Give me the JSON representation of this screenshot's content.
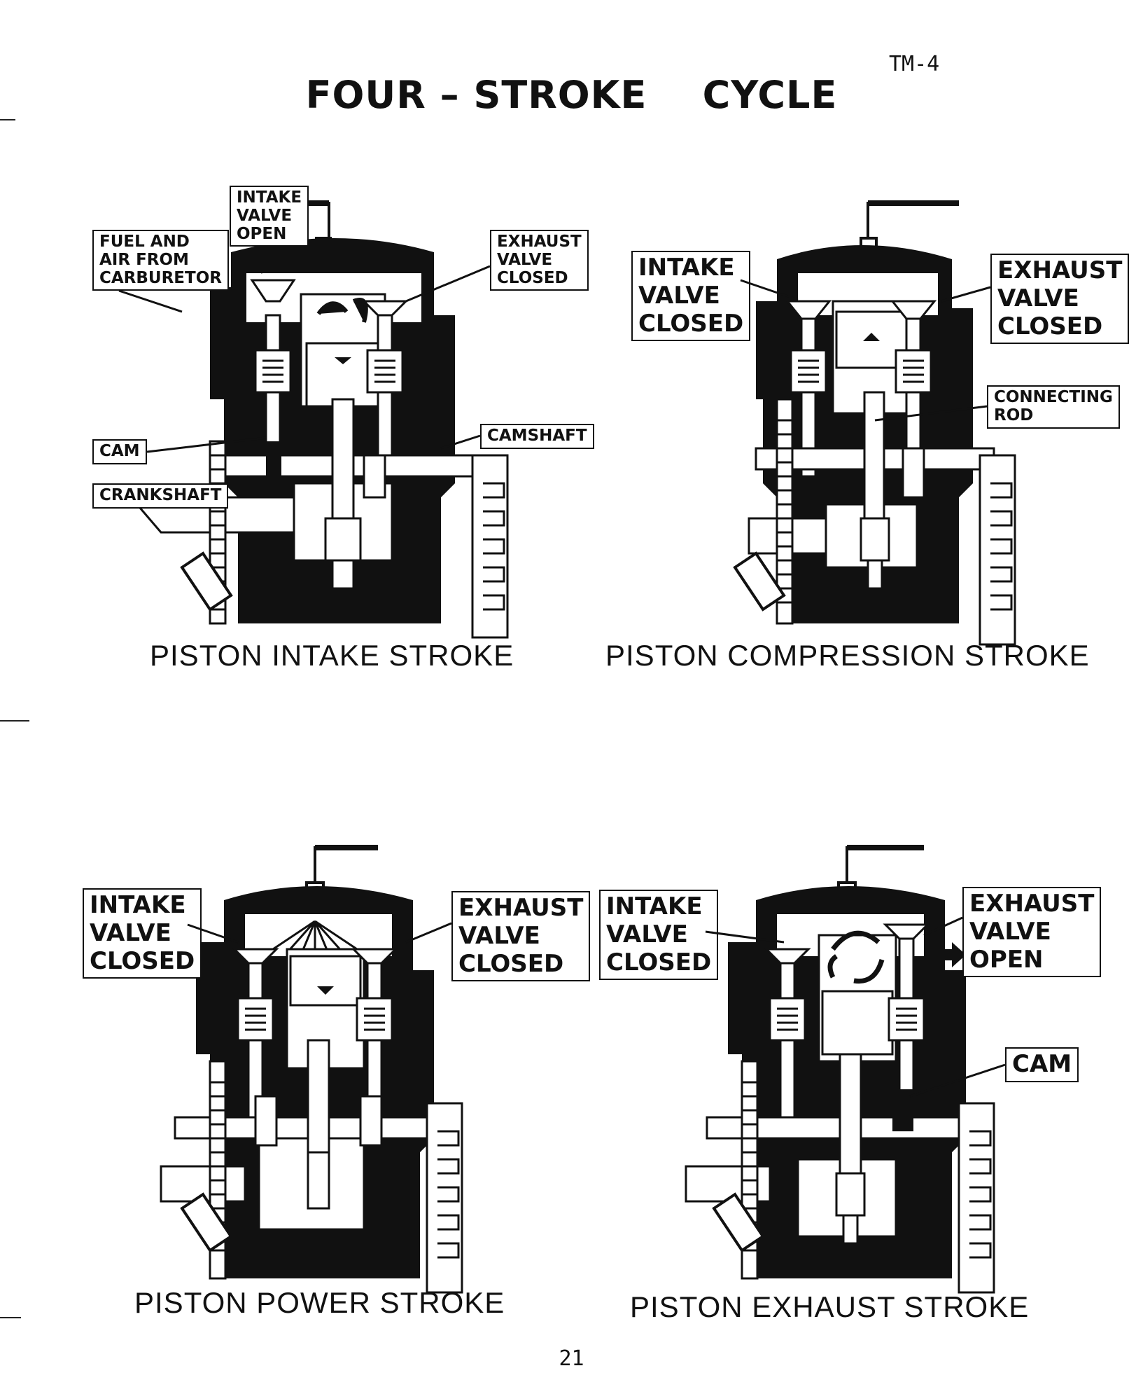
{
  "header": {
    "doc_code": "TM-4",
    "title": "FOUR – STROKE    CYCLE",
    "page_number": "21"
  },
  "panels": [
    {
      "caption": "PISTON INTAKE STROKE",
      "labels": [
        "INTAKE\nVALVE\nOPEN",
        "FUEL AND\nAIR FROM\nCARBURETOR",
        "EXHAUST\nVALVE\nCLOSED",
        "CAM",
        "CRANKSHAFT",
        "CAMSHAFT"
      ]
    },
    {
      "caption": "PISTON COMPRESSION STROKE",
      "labels": [
        "INTAKE\nVALVE\nCLOSED",
        "EXHAUST\nVALVE\nCLOSED",
        "CONNECTING\nROD"
      ]
    },
    {
      "caption": "PISTON POWER STROKE",
      "labels": [
        "INTAKE\nVALVE\nCLOSED",
        "EXHAUST\nVALVE\nCLOSED"
      ]
    },
    {
      "caption": "PISTON EXHAUST STROKE",
      "labels": [
        "INTAKE\nVALVE\nCLOSED",
        "EXHAUST\nVALVE\nOPEN",
        "CAM"
      ]
    }
  ]
}
